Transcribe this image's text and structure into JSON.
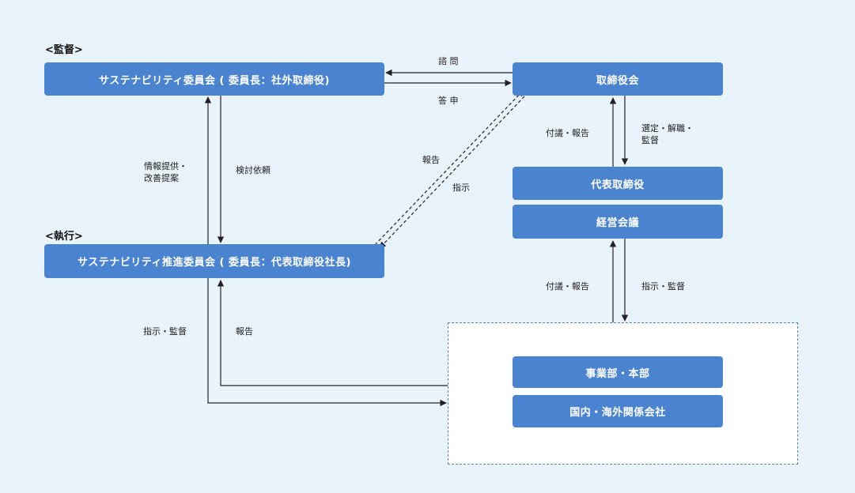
{
  "sections": {
    "supervision": "<監督>",
    "execution": "<執行>"
  },
  "nodes": {
    "sustainability_committee": "サステナビリティ委員会 ( 委員長：社外取締役)",
    "board": "取締役会",
    "promotion_committee": "サステナビリティ推進委員会 ( 委員長：代表取締役社長)",
    "representative_director": "代表取締役",
    "management_meeting": "経営会議",
    "business_divisions": "事業部・本部",
    "group_companies": "国内・海外関係会社"
  },
  "edges": {
    "consult": "諮 問",
    "report_answer": "答 申",
    "info_proposal": [
      "情報提供・",
      "改善提案"
    ],
    "study_request": "検討依頼",
    "report_to_board": "報告",
    "instruct_from_board": "指示",
    "board_to_rep_up": "付議・報告",
    "board_to_rep_down": [
      "選定・解職・",
      "監督"
    ],
    "mgmt_up": "付議・報告",
    "mgmt_down": "指示・監督",
    "instruct_supervise": "指示・監督",
    "report_up": "報告"
  },
  "colors": {
    "node_fill": "#4a84d0",
    "node_text": "#ffffff",
    "background": "#e9f3fb",
    "line": "#222222"
  }
}
